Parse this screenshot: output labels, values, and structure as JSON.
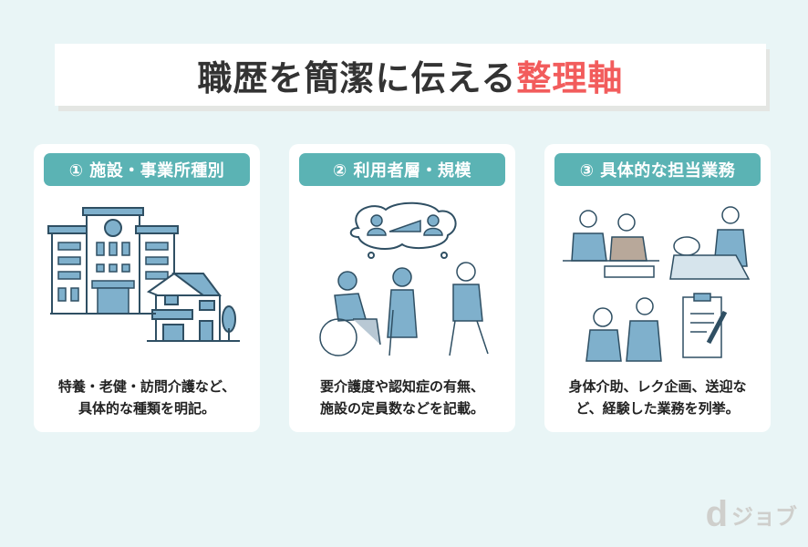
{
  "header": {
    "title_main": "職歴を簡潔に伝える",
    "title_accent": "整理軸",
    "accent_color": "#f25c5c"
  },
  "cards": [
    {
      "label": "① 施設・事業所種別",
      "illustration": "buildings-icon",
      "desc_line1": "特養・老健・訪問介護など、",
      "desc_line2": "具体的な種類を明記。"
    },
    {
      "label": "② 利用者層・規模",
      "illustration": "elderly-people-icon",
      "desc_line1": "要介護度や認知症の有無、",
      "desc_line2": "施設の定員数などを記載。"
    },
    {
      "label": "③ 具体的な担当業務",
      "illustration": "caregiver-tasks-icon",
      "desc_line1": "身体介助、レク企画、送迎な",
      "desc_line2": "ど、経験した業務を列挙。"
    }
  ],
  "logo": {
    "mark": "d",
    "text": "ジョブ"
  },
  "colors": {
    "background": "#e9f5f6",
    "pill": "#5bb3b4",
    "illustration": "#7fb0cc",
    "stroke": "#2f4f63"
  }
}
